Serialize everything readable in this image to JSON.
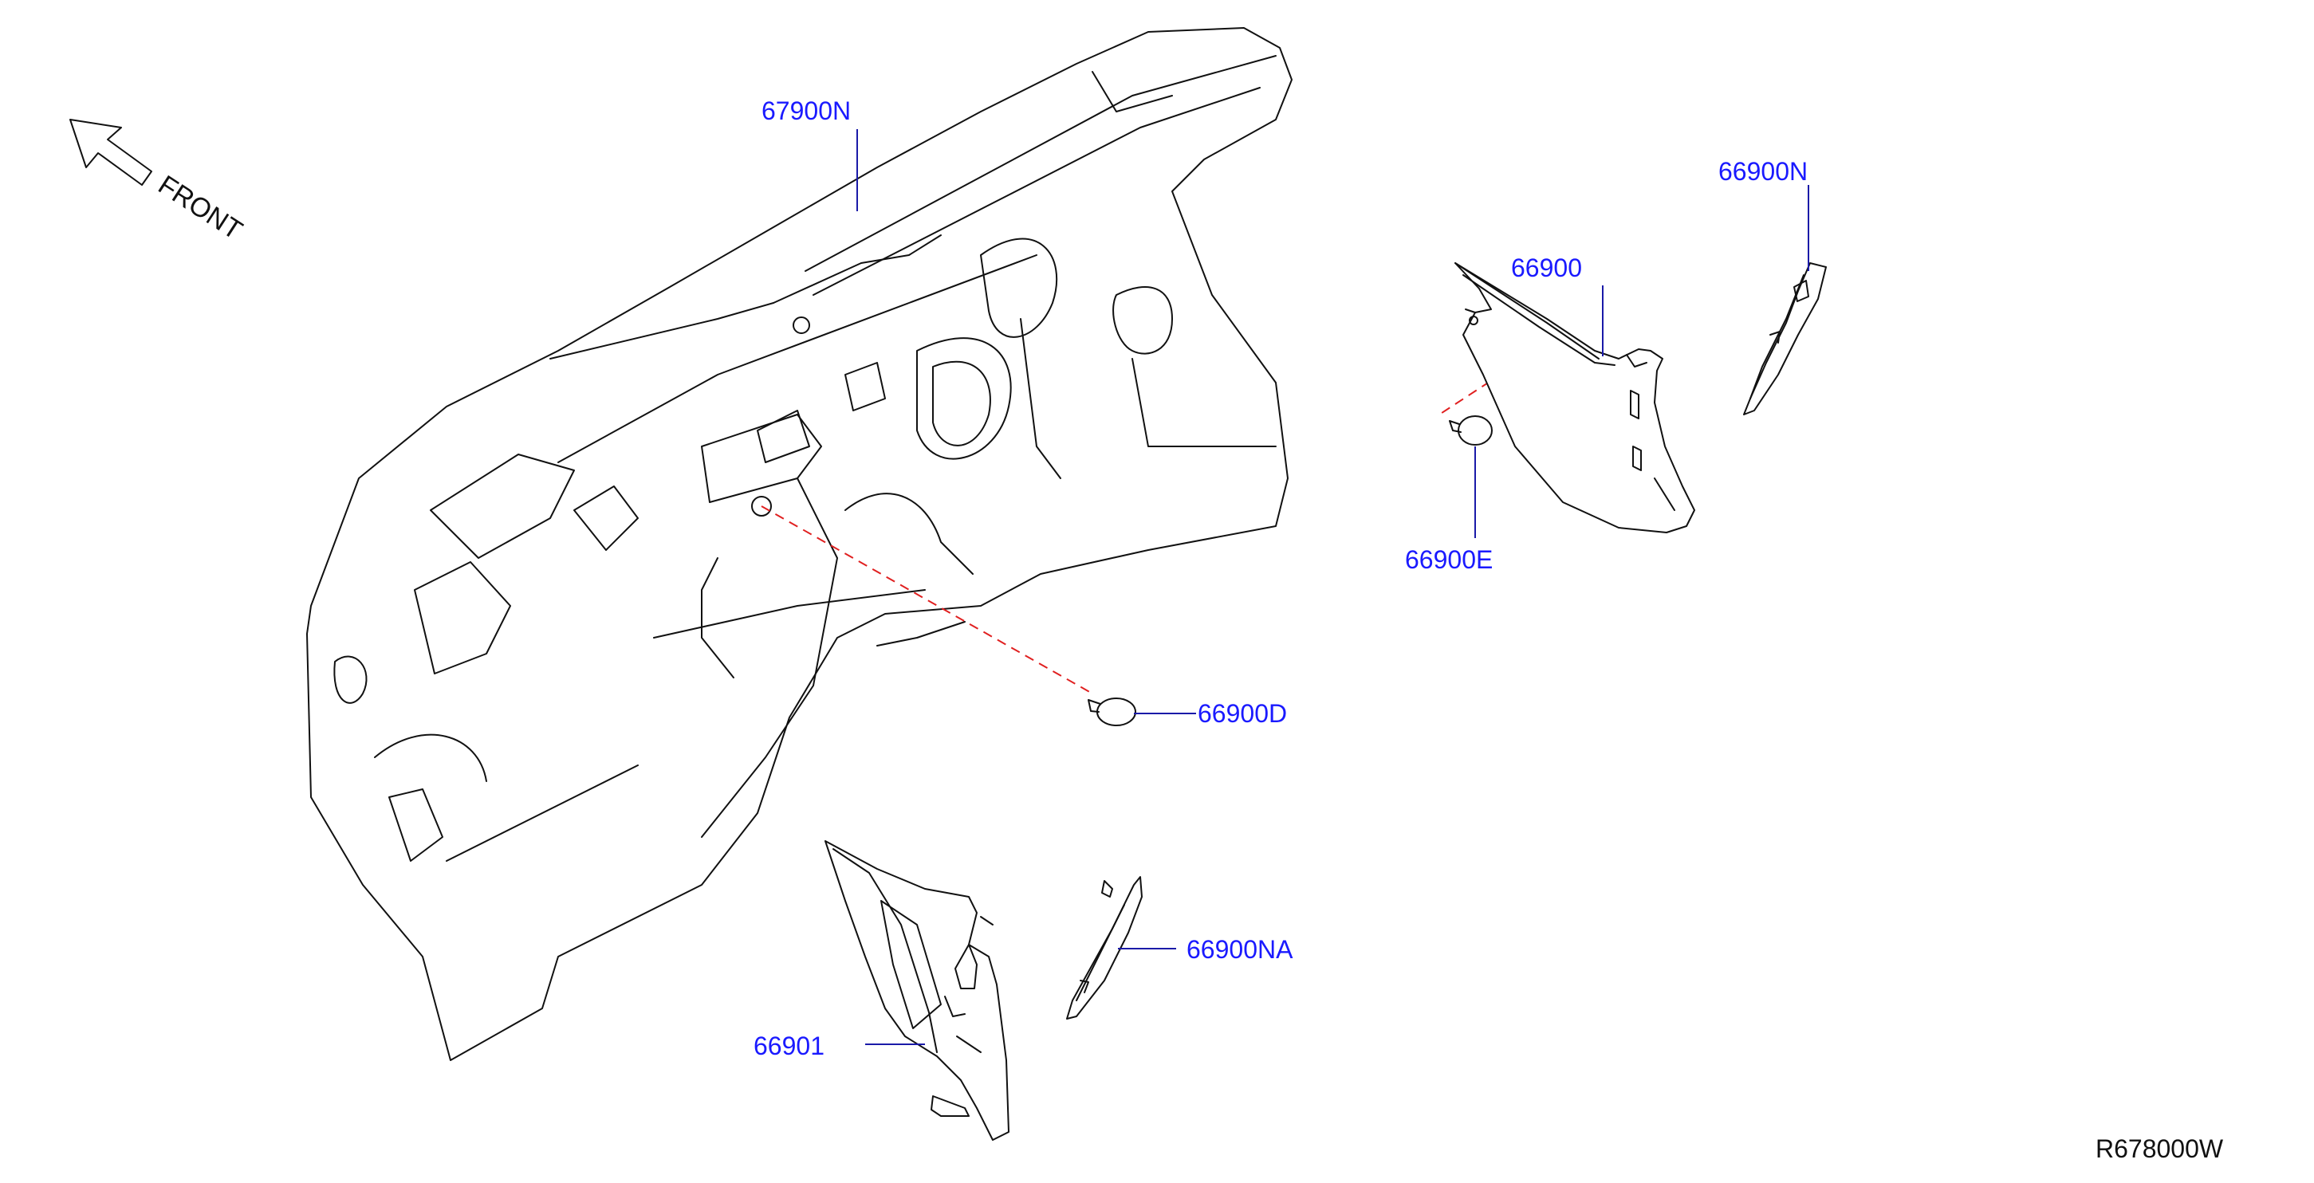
{
  "orientation": {
    "arrow_icon": "front-arrow-icon",
    "label": "FRONT"
  },
  "callouts": {
    "p67900N": "67900N",
    "p66900N": "66900N",
    "p66900": "66900",
    "p66900E": "66900E",
    "p66900D": "66900D",
    "p66900NA": "66900NA",
    "p66901": "66901"
  },
  "diagram_id": "R678000W",
  "colors": {
    "callout": "#1a1aff",
    "leader": "#1a1aa8",
    "dashed_reference": "#e02020",
    "linework": "#111111"
  }
}
